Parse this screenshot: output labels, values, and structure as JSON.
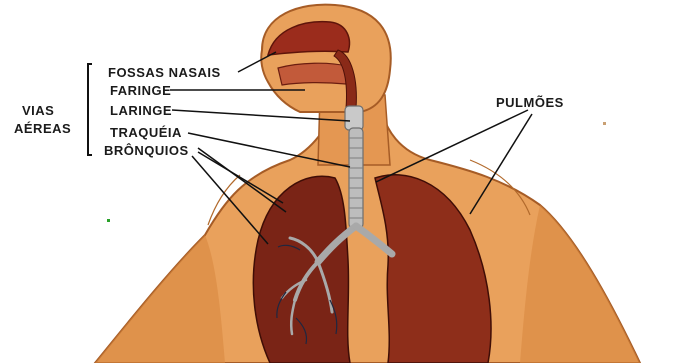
{
  "labels": {
    "group": [
      "VIAS",
      "AÉREAS"
    ],
    "fossas_nasais": "FOSSAS NASAIS",
    "faringe": "FARINGE",
    "laringe": "LARINGE",
    "traqueia": "TRAQUÉIA",
    "bronquios": "BRÔNQUIOS",
    "pulmoes": "PULMÕES"
  },
  "colors": {
    "skin": "#e9a15c",
    "skin_shadow": "#c97a3a",
    "lung_left": "#7a2416",
    "lung_right": "#8e2e1a",
    "airway": "#b8b8b8",
    "nasal": "#9b2c1c",
    "leader_line": "#111111"
  }
}
